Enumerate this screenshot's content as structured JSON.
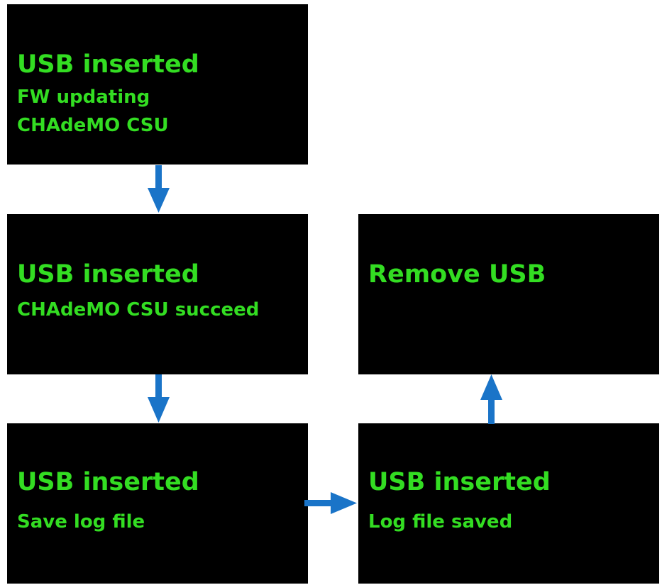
{
  "colors": {
    "screen_background": "#000000",
    "text": "#33dd22",
    "arrow": "#1a74c8",
    "page_background": "#ffffff"
  },
  "screens": {
    "fw_updating": {
      "title": "USB inserted",
      "line1": "FW updating",
      "line2": "CHAdeMO CSU"
    },
    "csu_succeed": {
      "title": "USB inserted",
      "line1": "CHAdeMO CSU succeed"
    },
    "save_log": {
      "title": "USB inserted",
      "line1": "Save log file"
    },
    "log_saved": {
      "title": "USB inserted",
      "line1": "Log file saved"
    },
    "remove_usb": {
      "title": "Remove USB"
    }
  }
}
